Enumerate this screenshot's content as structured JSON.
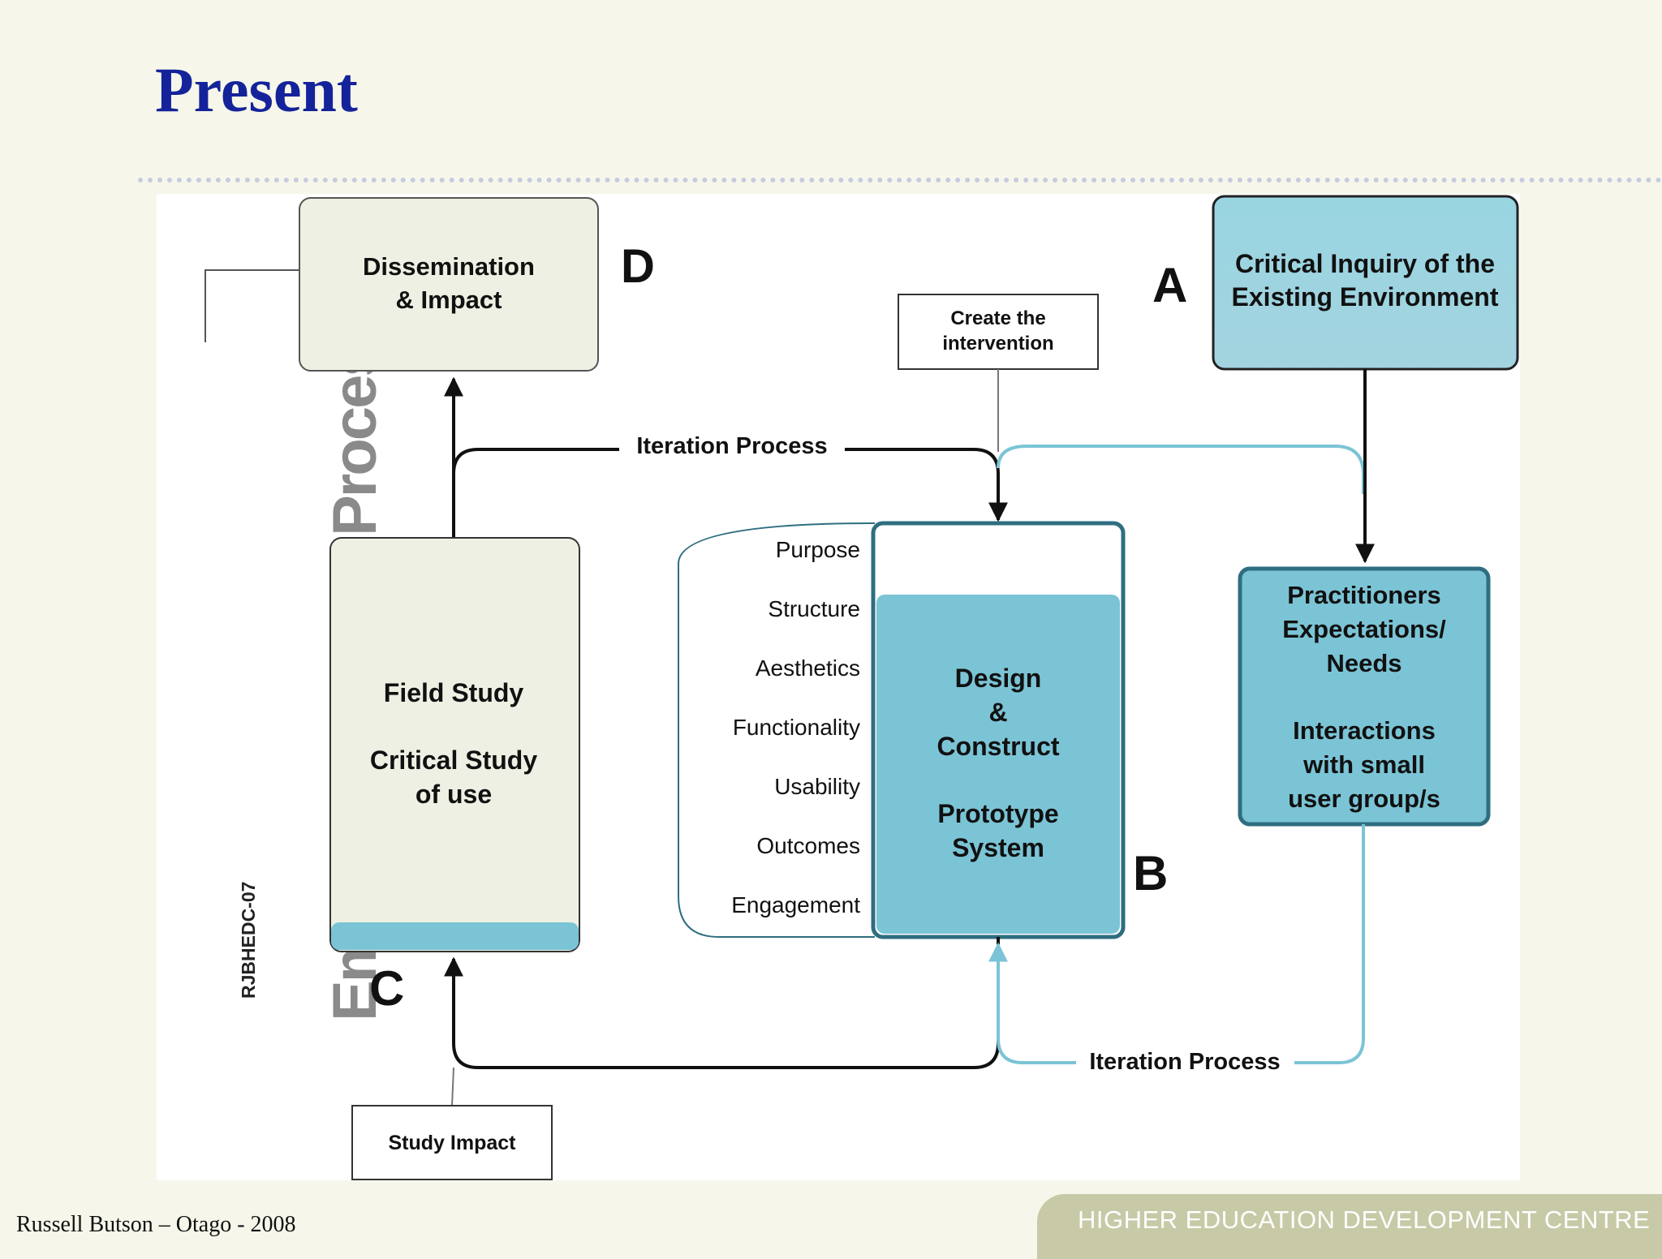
{
  "slide": {
    "title": "Present",
    "footer_credit": "Russell Butson – Otago - 2008",
    "footer_banner": "HIGHER EDUCATION DEVELOPMENT CENTRE"
  },
  "diagram": {
    "side_title": "Emerging Design Process",
    "side_code": "RJBHEDC-07",
    "box_d": {
      "line1": "Dissemination",
      "line2": "& Impact"
    },
    "letter_d": "D",
    "box_a": {
      "line1": "Critical Inquiry of the",
      "line2": "Existing Environment"
    },
    "letter_a": "A",
    "create_intervention": {
      "line1": "Create the",
      "line2": "intervention"
    },
    "iteration_top": "Iteration Process",
    "iteration_bottom": "Iteration Process",
    "attributes": [
      "Purpose",
      "Structure",
      "Aesthetics",
      "Functionality",
      "Usability",
      "Outcomes",
      "Engagement"
    ],
    "box_b": {
      "line1": "Design",
      "line2": "&",
      "line3": "Construct",
      "line4": "Prototype",
      "line5": "System"
    },
    "letter_b": "B",
    "box_c": {
      "line1": "Field Study",
      "line2": "Critical Study",
      "line3": "of use"
    },
    "letter_c": "C",
    "box_practitioners": {
      "line1": "Practitioners",
      "line2": "Expectations/",
      "line3": "Needs",
      "line4": "Interactions",
      "line5": "with small",
      "line6": "user group/s"
    },
    "study_impact": "Study Impact",
    "colors": {
      "teal": "#7bc4d6",
      "teal_dark": "#2e6e80",
      "light_blue": "#a0d6e2",
      "beige": "#eef0e3",
      "title_blue": "#14239a",
      "side_grey": "#8a8a8a"
    }
  }
}
